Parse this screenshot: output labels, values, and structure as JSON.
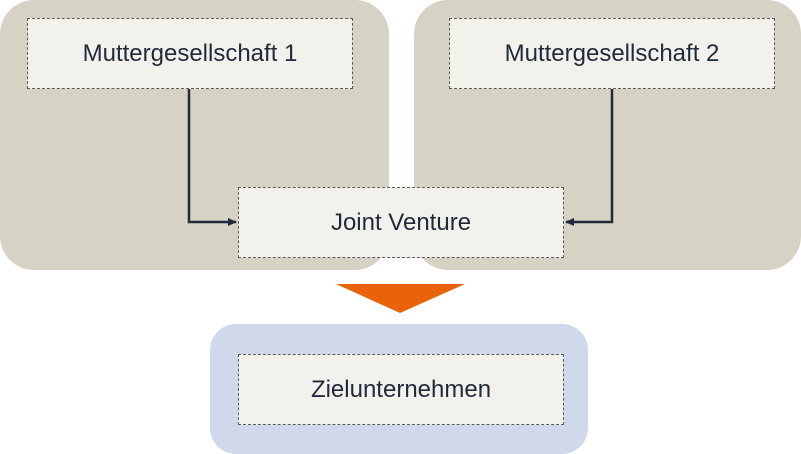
{
  "colors": {
    "panel_gray": "#d6d3c5",
    "panel_blue": "#cfd9eb",
    "box_fill": "#f2f1ec",
    "connector": "#1f2a3a",
    "arrow_orange": "#e8630a"
  },
  "nodes": {
    "parent_1": "Muttergesellschaft 1",
    "parent_2": "Muttergesellschaft 2",
    "joint_venture": "Joint Venture",
    "target": "Zielunternehmen"
  },
  "edges": [
    {
      "from": "parent_1",
      "to": "joint_venture"
    },
    {
      "from": "parent_2",
      "to": "joint_venture"
    },
    {
      "from": "joint_venture",
      "to": "target"
    }
  ]
}
